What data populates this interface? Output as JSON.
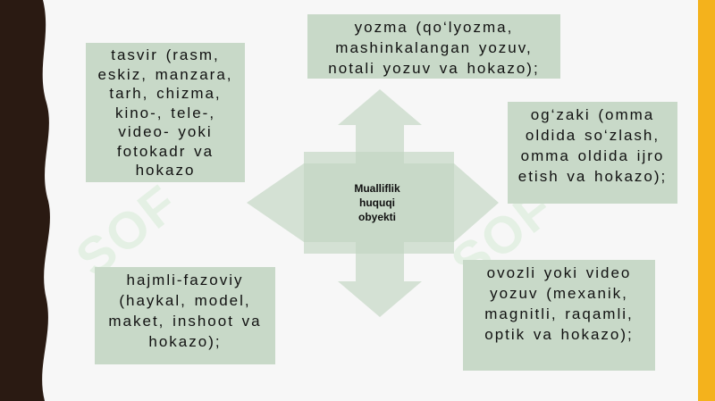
{
  "center": {
    "label": "Mualliflik\nhuquqi\nobyekti"
  },
  "boxes": {
    "top_center": "yozma (qo‘lyozma,\nmashinkalangan yozuv,\nnotali yozuv va hokazo);",
    "top_left": "tasvir (rasm,\neskiz, manzara,\ntarh, chizma,\nkino-, tele-,\nvideo- yoki\nfotokadr va\nhokazo",
    "right": "og‘zaki (omma\noldida so‘zlash,\nomma oldida ijro\netish va hokazo);",
    "bottom_left": "hajmli-fazoviy\n(haykal, model,\nmaket, inshoot va\nhokazo);",
    "bottom_right": "ovozli yoki video\nyozuv (mexanik,\nmagnitli, raqamli,\noptik va hokazo);"
  },
  "watermark": "SOF",
  "colors": {
    "box": "#c8d9c8",
    "arrow": "#d4e1d4",
    "left_strip": "#2a1a12",
    "right_strip": "#f4b21c",
    "background": "#f7f7f7"
  }
}
